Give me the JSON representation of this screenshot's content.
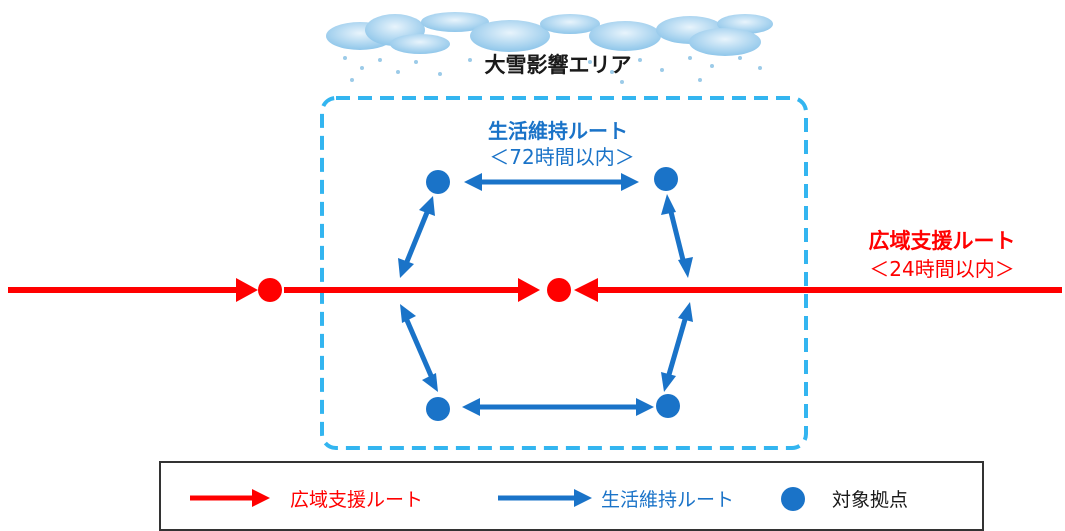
{
  "snow_area_label": "大雪影響エリア",
  "life_route": {
    "name": "生活維持ルート",
    "time": "＜72時間以内＞"
  },
  "wide_route": {
    "name": "広域支援ルート",
    "time": "＜24時間以内＞"
  },
  "legend": {
    "wide_route": "広域支援ルート",
    "life_route": "生活維持ルート",
    "target_base": "対象拠点"
  },
  "colors": {
    "wide_route": "#ff0000",
    "life_route": "#1a73c8",
    "area_border": "#33b5f0",
    "cloud": "#a8d4f0",
    "text_dark": "#1a1a1a"
  }
}
